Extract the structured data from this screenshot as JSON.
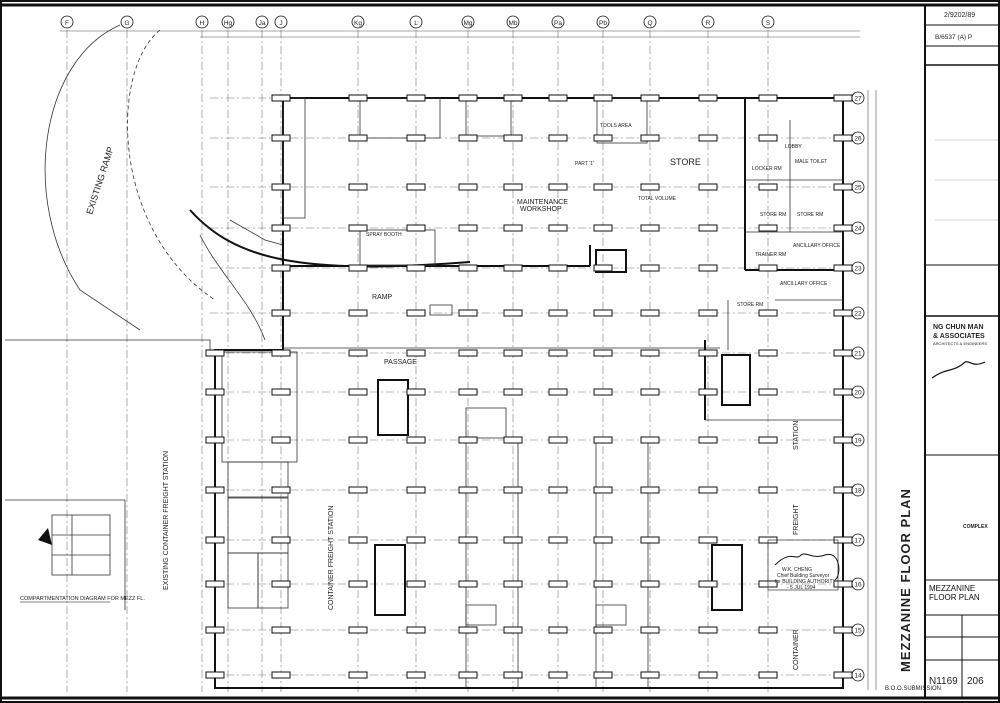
{
  "grid": {
    "columns": [
      "F",
      "G",
      "H",
      "Hg",
      "Ja",
      "J",
      "Kg",
      "L",
      "Mg",
      "Mb",
      "Pa",
      "Pb",
      "Q",
      "R",
      "S"
    ],
    "rows": [
      "27",
      "26",
      "25",
      "24",
      "23",
      "22",
      "21",
      "20",
      "19",
      "18",
      "17",
      "16",
      "15",
      "14"
    ]
  },
  "rooms": {
    "existing_ramp": "EXISTING RAMP",
    "ramp": "RAMP",
    "passage": "PASSAGE",
    "maintenance_1": "MAINTENANCE",
    "maintenance_2": "WORKSHOP",
    "store": "STORE",
    "existing_cfs": "EXISTING CONTAINER FREIGHT STATION",
    "cfs_mid": "CONTAINER FREIGHT STATION",
    "station": "STATION",
    "freight": "FREIGHT",
    "container": "CONTAINER",
    "locker_rm": "LOCKER RM",
    "male_toilet": "MALE TOILET",
    "lobby": "LOBBY",
    "store_rm_1": "STORE RM",
    "store_rm_2": "STORE RM",
    "ancillary_office_1": "ANCILLARY OFFICE",
    "trainer_rm": "TRAINER RM",
    "ancillary_office_2": "ANCILLARY OFFICE",
    "store_rm_3": "STORE RM",
    "spray_booth": "SPRAY BOOTH",
    "tools_area": "TOOLS AREA",
    "part_1": "PART '1'",
    "total_volume": "TOTAL VOLUME"
  },
  "inset": {
    "title": "COMPARTMENTATION DIAGRAM FOR MEZZ FL."
  },
  "approval": {
    "name": "W.K. CHENG",
    "title": "Chief Building Surveyor",
    "authority": "for BUILDING AUTHORITY",
    "date": "- 5 JUL 1994"
  },
  "title_block": {
    "drawing_ref": "2/9202/89",
    "file_ref": "B/6537 (A) P",
    "firm_line1": "NG CHUN MAN",
    "firm_line2": "& ASSOCIATES",
    "firm_sub": "ARCHITECTS & ENGINEERS",
    "project": "COMPLEX",
    "drawing_title": "MEZZANINE FLOOR PLAN",
    "drawing_no": "N1169",
    "sheet_no": "206",
    "submission": "B.O.O.SUBMISSION",
    "big_title": "MEZZANINE FLOOR PLAN"
  }
}
